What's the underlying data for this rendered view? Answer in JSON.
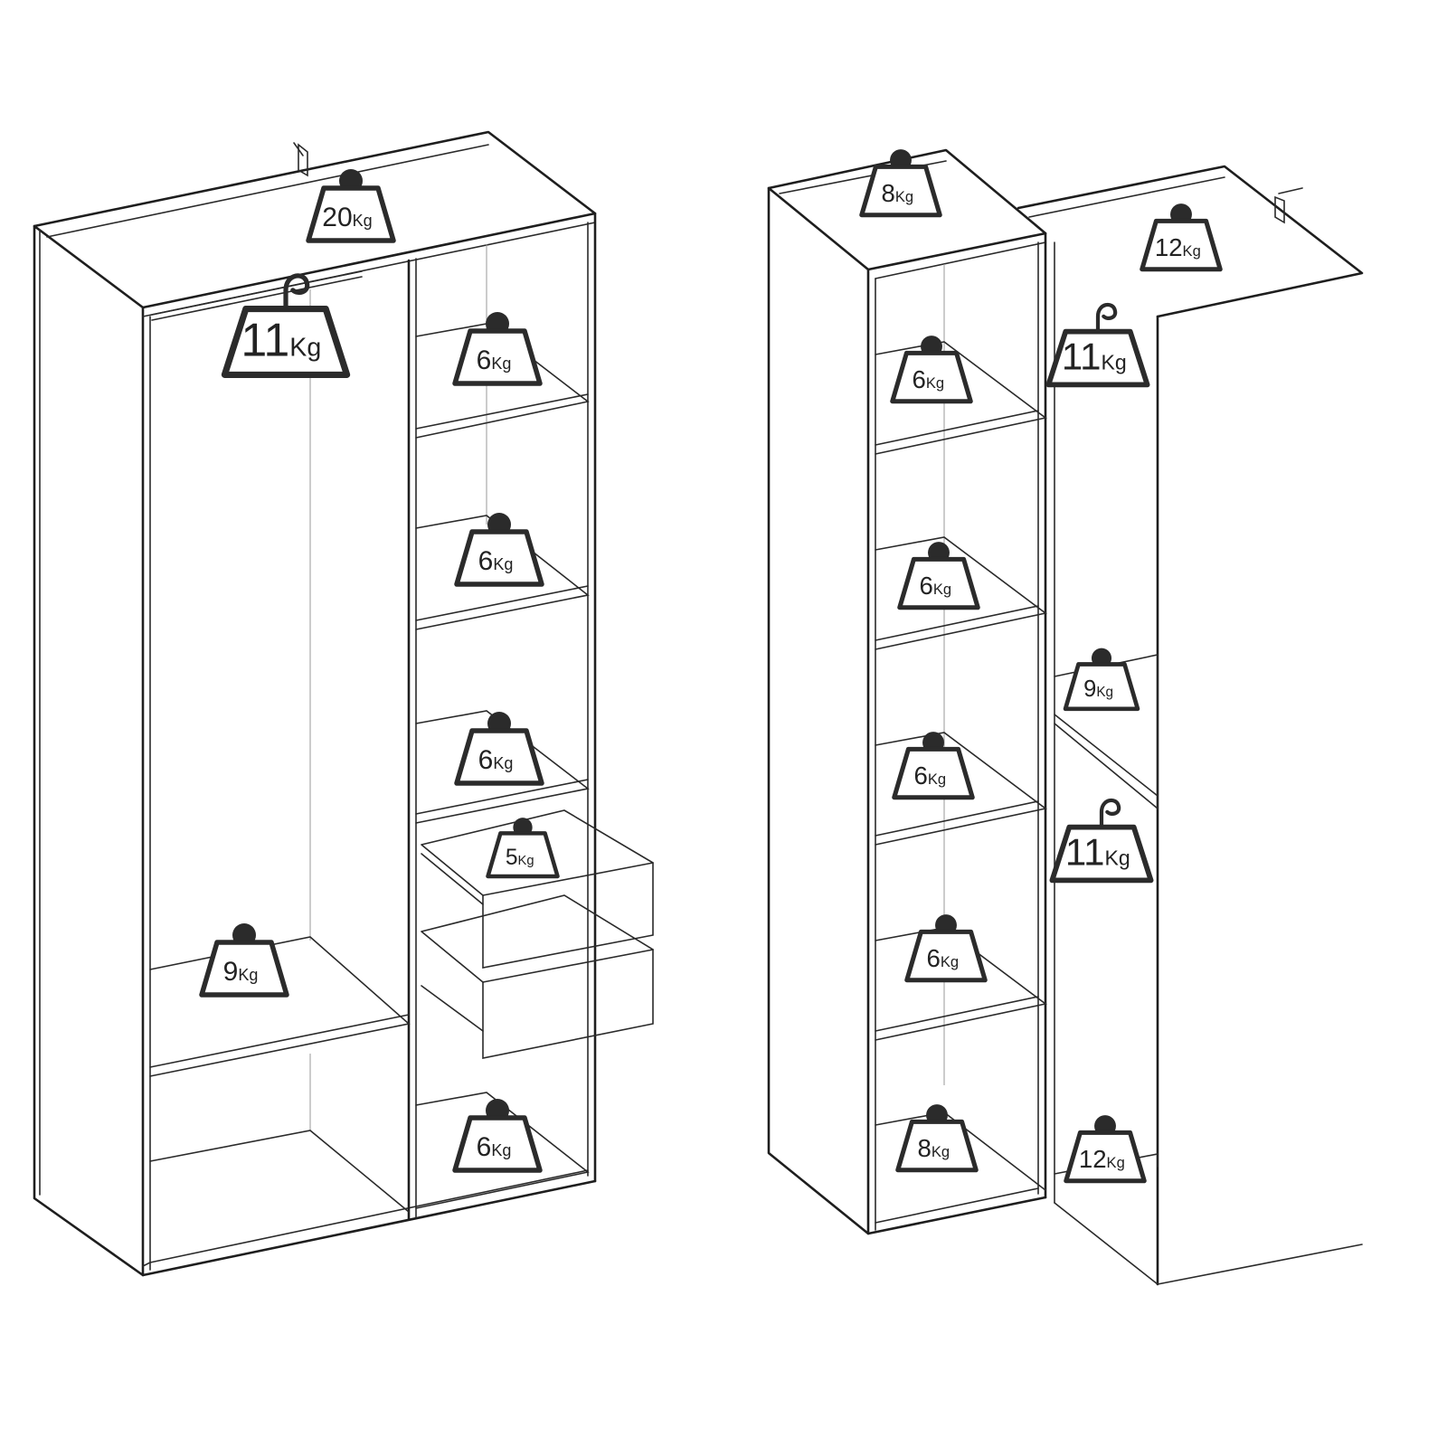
{
  "diagram": {
    "units_text": "Kg",
    "colors": {
      "line": "#1e1e1e",
      "weight": "#2b2b2b",
      "background": "#ffffff"
    },
    "left_wardrobe": {
      "load_labels": [
        {
          "id": "top",
          "value": "20",
          "hanger": false
        },
        {
          "id": "rail",
          "value": "11",
          "hanger": true
        },
        {
          "id": "shelf-1",
          "value": "6",
          "hanger": false
        },
        {
          "id": "shelf-2",
          "value": "6",
          "hanger": false
        },
        {
          "id": "shelf-3",
          "value": "6",
          "hanger": false
        },
        {
          "id": "drawer",
          "value": "5",
          "hanger": false
        },
        {
          "id": "left-shelf",
          "value": "9",
          "hanger": false
        },
        {
          "id": "bottom-shelf",
          "value": "6",
          "hanger": false
        }
      ]
    },
    "right_wardrobe": {
      "load_labels": [
        {
          "id": "tower-top",
          "value": "8",
          "hanger": false
        },
        {
          "id": "corner-top",
          "value": "12",
          "hanger": false
        },
        {
          "id": "tower-shelf-1",
          "value": "6",
          "hanger": false
        },
        {
          "id": "tower-shelf-2",
          "value": "6",
          "hanger": false
        },
        {
          "id": "tower-shelf-3",
          "value": "6",
          "hanger": false
        },
        {
          "id": "tower-shelf-4",
          "value": "6",
          "hanger": false
        },
        {
          "id": "tower-bottom",
          "value": "8",
          "hanger": false
        },
        {
          "id": "corner-rail-upper",
          "value": "11",
          "hanger": true
        },
        {
          "id": "corner-shelf",
          "value": "9",
          "hanger": false
        },
        {
          "id": "corner-rail-lower",
          "value": "11",
          "hanger": true
        },
        {
          "id": "corner-bottom",
          "value": "12",
          "hanger": false
        }
      ]
    }
  }
}
